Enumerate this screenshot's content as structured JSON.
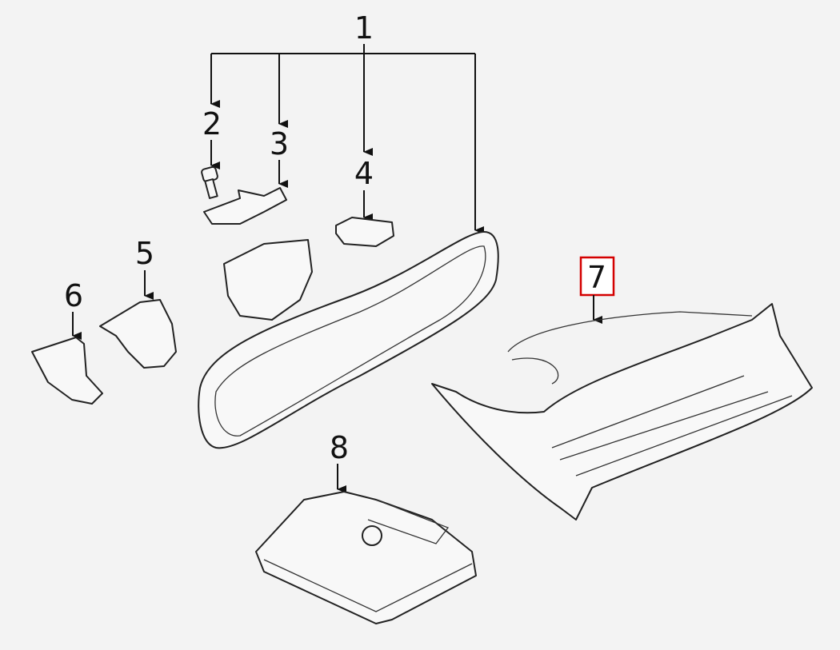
{
  "diagram": {
    "callouts": [
      {
        "id": "1",
        "label": "1"
      },
      {
        "id": "2",
        "label": "2"
      },
      {
        "id": "3",
        "label": "3"
      },
      {
        "id": "4",
        "label": "4"
      },
      {
        "id": "5",
        "label": "5"
      },
      {
        "id": "6",
        "label": "6"
      },
      {
        "id": "7",
        "label": "7",
        "highlighted": true
      },
      {
        "id": "8",
        "label": "8"
      }
    ],
    "highlight_color": "#d40000"
  }
}
